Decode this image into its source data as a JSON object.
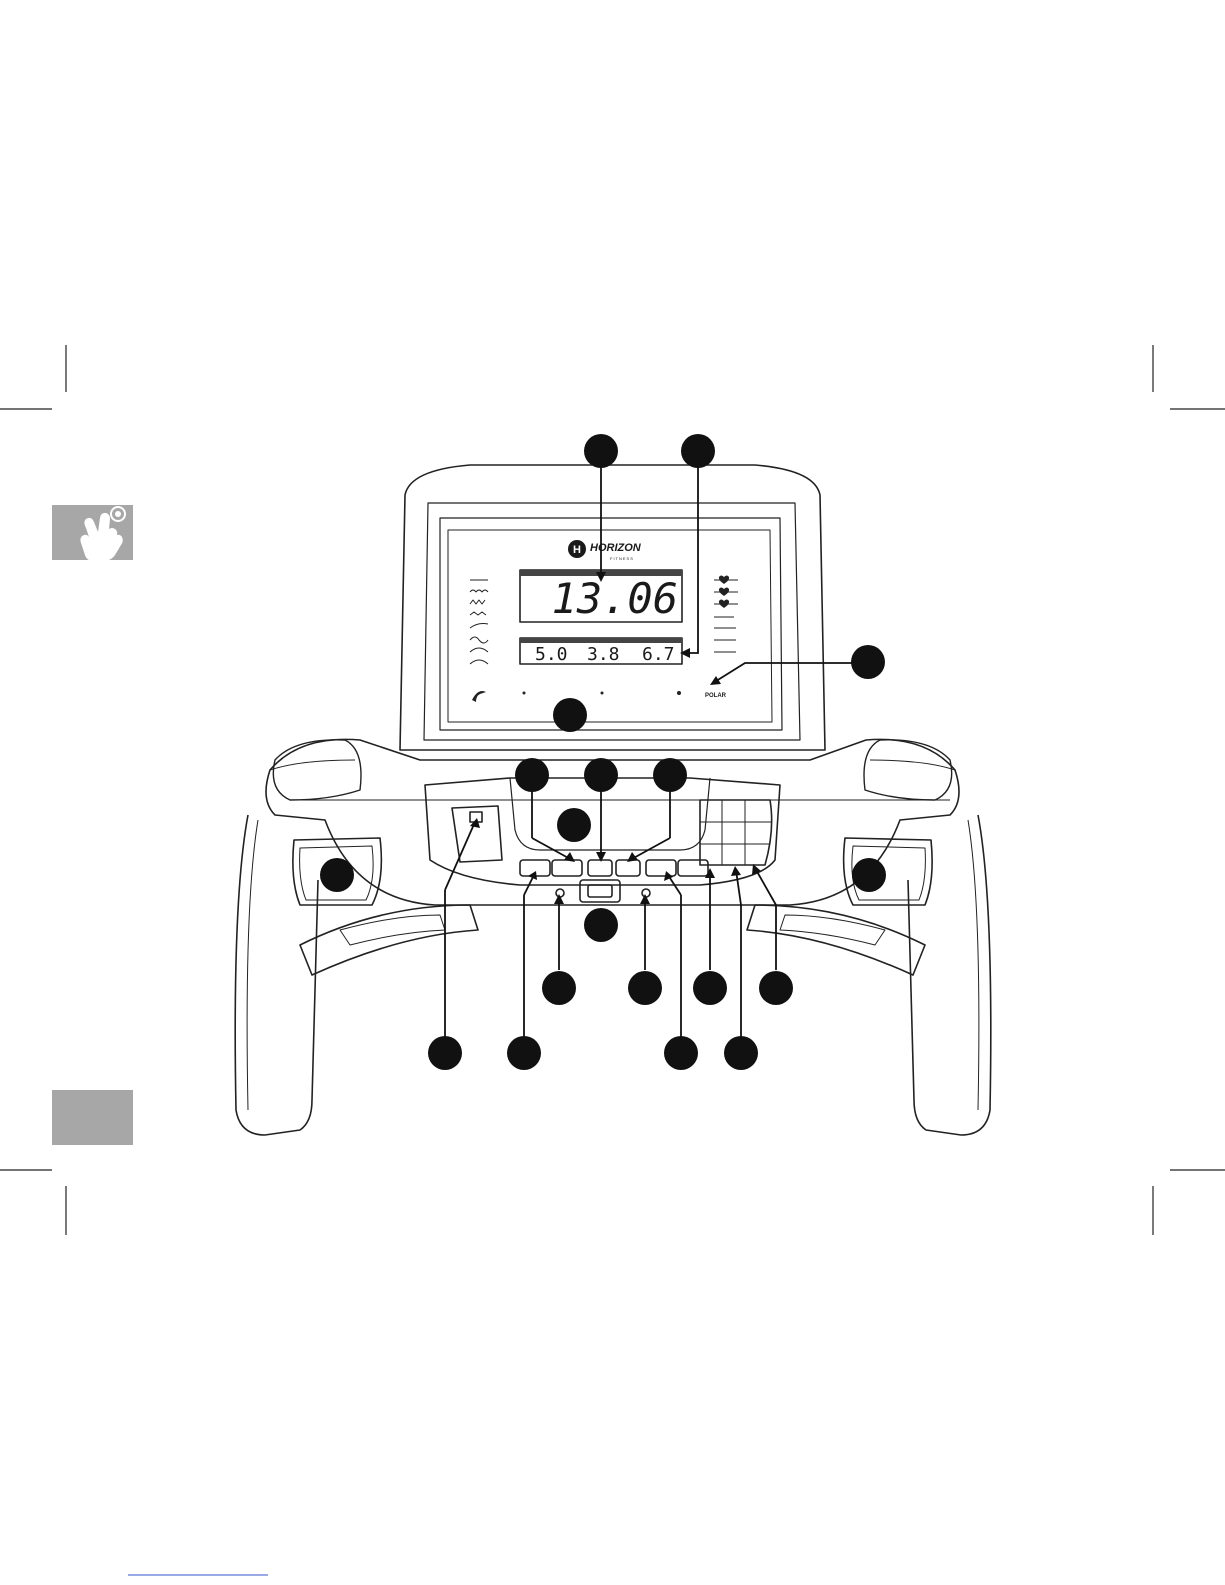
{
  "brand": {
    "name": "HORIZON",
    "sub": "FITNESS",
    "mark": "H"
  },
  "display": {
    "main_value": "13.06",
    "row_values": [
      "5.0",
      "3.8",
      "6.7"
    ]
  },
  "colors": {
    "ink": "#1a1a1a",
    "marker": "#111111",
    "side_tab": "#a7a7a7",
    "line": "#222222"
  },
  "icons": {
    "side_tab_top": "touch-hand-icon",
    "side_tab_bottom": "blank-tab"
  },
  "small_labels": {
    "polar": "POLAR"
  }
}
